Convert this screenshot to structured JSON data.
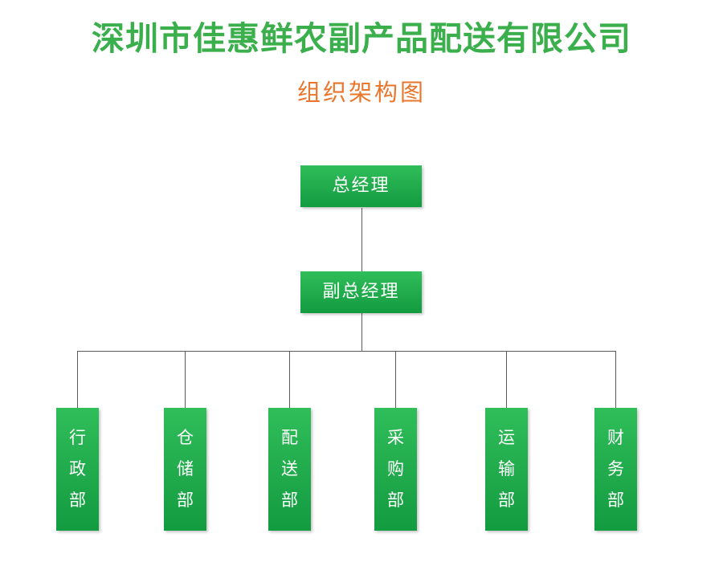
{
  "header": {
    "company_title": "深圳市佳惠鲜农副产品配送有限公司",
    "chart_subtitle": "组织架构图",
    "title_color": "#3AAF4C",
    "subtitle_color": "#E8762C"
  },
  "theme": {
    "node_fill_top": "#2FBE59",
    "node_fill_bottom": "#139B40",
    "node_text_color": "#FFFFFF",
    "connector_color": "#5A5A5A",
    "background": "#FFFFFF"
  },
  "chart_data": {
    "type": "diagram",
    "diagram_kind": "organizational-chart",
    "title": "深圳市佳惠鲜农副产品配送有限公司",
    "subtitle": "组织架构图",
    "levels": 3,
    "nodes": [
      {
        "id": "n1",
        "label": "总经理",
        "level": 1,
        "parent": null
      },
      {
        "id": "n2",
        "label": "副总经理",
        "level": 2,
        "parent": "n1"
      },
      {
        "id": "d1",
        "label": "行政部",
        "level": 3,
        "parent": "n2"
      },
      {
        "id": "d2",
        "label": "仓储部",
        "level": 3,
        "parent": "n2"
      },
      {
        "id": "d3",
        "label": "配送部",
        "level": 3,
        "parent": "n2"
      },
      {
        "id": "d4",
        "label": "采购部",
        "level": 3,
        "parent": "n2"
      },
      {
        "id": "d5",
        "label": "运输部",
        "level": 3,
        "parent": "n2"
      },
      {
        "id": "d6",
        "label": "财务部",
        "level": 3,
        "parent": "n2"
      }
    ],
    "edges": [
      {
        "from": "n1",
        "to": "n2"
      },
      {
        "from": "n2",
        "to": "d1"
      },
      {
        "from": "n2",
        "to": "d2"
      },
      {
        "from": "n2",
        "to": "d3"
      },
      {
        "from": "n2",
        "to": "d4"
      },
      {
        "from": "n2",
        "to": "d5"
      },
      {
        "from": "n2",
        "to": "d6"
      }
    ]
  },
  "org": {
    "general_manager": "总经理",
    "deputy_general_manager": "副总经理",
    "departments": [
      {
        "label": "行政部"
      },
      {
        "label": "仓储部"
      },
      {
        "label": "配送部"
      },
      {
        "label": "采购部"
      },
      {
        "label": "运输部"
      },
      {
        "label": "财务部"
      }
    ]
  }
}
